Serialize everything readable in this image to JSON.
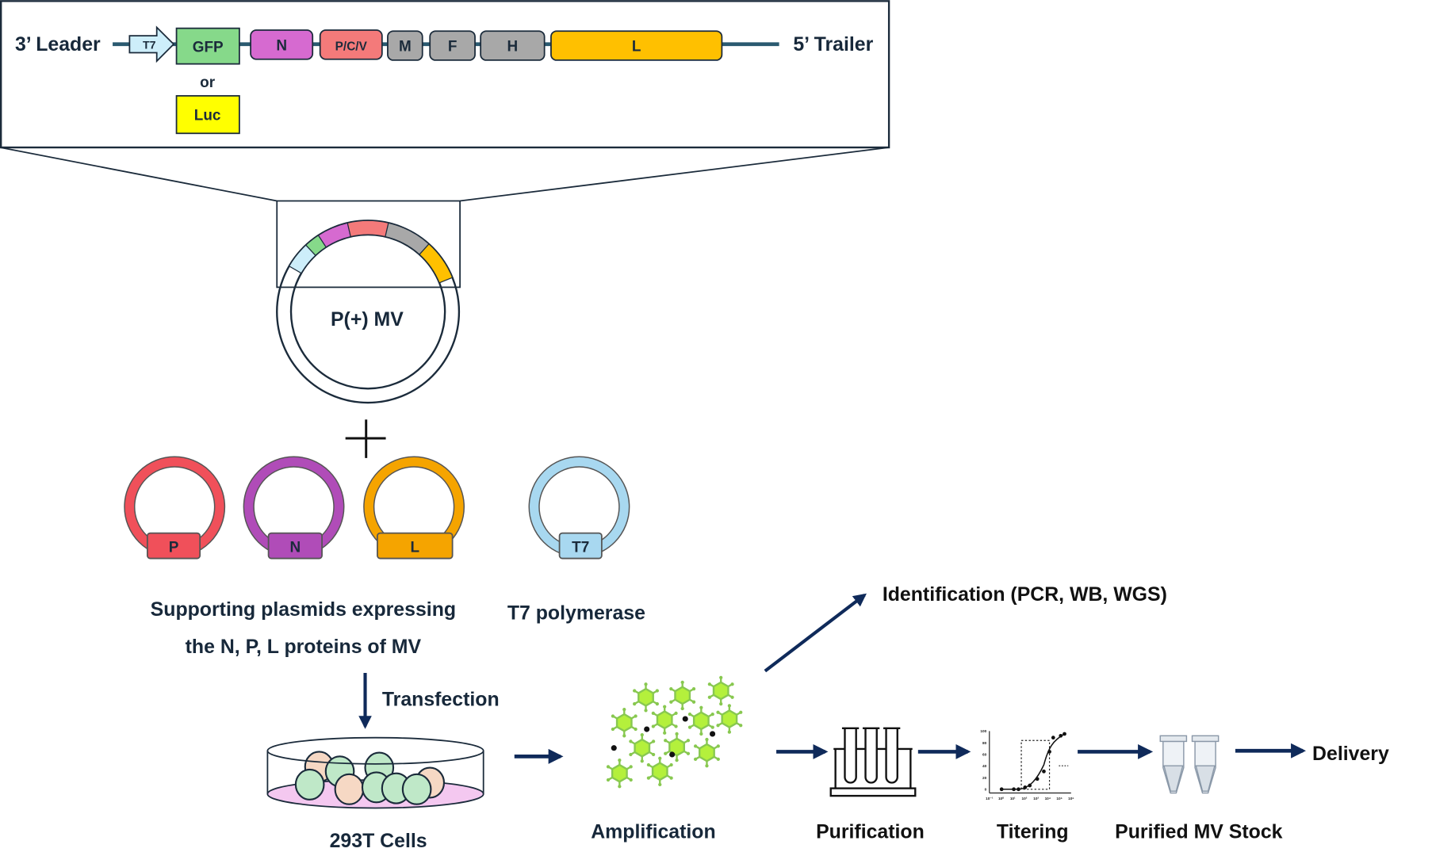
{
  "construct": {
    "leader": "3’ Leader",
    "trailer": "5’ Trailer",
    "promoter": "T7",
    "genes": [
      {
        "label": "GFP",
        "color": "#86d98a"
      },
      {
        "label": "N",
        "color": "#d66ad0"
      },
      {
        "label": "P/C/V",
        "color": "#f47a7a"
      },
      {
        "label": "M",
        "color": "#a8a8a8"
      },
      {
        "label": "F",
        "color": "#a8a8a8"
      },
      {
        "label": "H",
        "color": "#a8a8a8"
      },
      {
        "label": "L",
        "color": "#ffc000"
      }
    ],
    "or_text": "or",
    "alt_reporter": {
      "label": "Luc",
      "color": "#ffff00"
    }
  },
  "main_plasmid": {
    "label": "P(+) MV"
  },
  "plus_sign": "+",
  "support_plasmids": [
    {
      "label": "P",
      "color": "#f0505a"
    },
    {
      "label": "N",
      "color": "#b04cb8"
    },
    {
      "label": "L",
      "color": "#f5a400"
    }
  ],
  "t7_plasmid": {
    "label": "T7",
    "color": "#a8d8f0"
  },
  "captions": {
    "support_line1": "Supporting plasmids expressing",
    "support_line2": "the N, P, L proteins of MV",
    "t7": "T7 polymerase",
    "transfection": "Transfection",
    "cells": "293T Cells",
    "amplification": "Amplification",
    "identification": "Identification (PCR, WB, WGS)",
    "purification": "Purification",
    "titering": "Titering",
    "stock": "Purified MV Stock",
    "delivery": "Delivery"
  },
  "titer_chart": {
    "y_ticks": [
      "0",
      "20",
      "40",
      "60",
      "80",
      "100"
    ],
    "x_ticks": [
      "10⁻¹",
      "10⁰",
      "10¹",
      "10²",
      "10³",
      "10⁴",
      "10⁵",
      "10⁶"
    ]
  },
  "colors": {
    "arrow": "#0f2a5a",
    "text": "#17283a",
    "line": "#2a5a70",
    "dish_medium": "#f4c8f0",
    "virus": "#b4f03c",
    "cell_green": "#bfe8c8",
    "cell_peach": "#f6d8c4"
  }
}
